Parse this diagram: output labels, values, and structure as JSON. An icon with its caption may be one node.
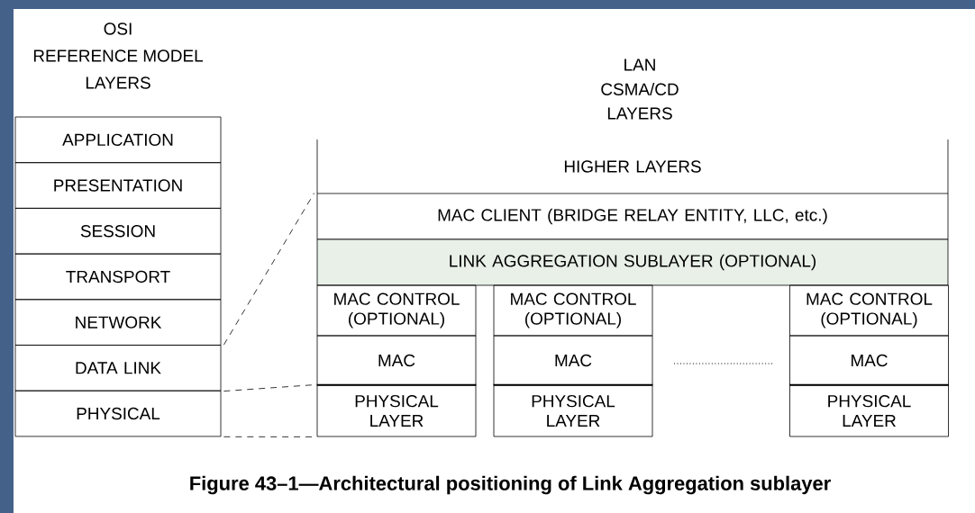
{
  "diagram": {
    "caption": "Figure 43–1—Architectural positioning of Link Aggregation sublayer",
    "nodes": [
      {
        "text": [
          "APPLICATION"
        ]
      },
      {
        "text": [
          "PRESENTATION"
        ]
      },
      {
        "text": [
          "SESSION"
        ]
      },
      {
        "text": [
          "TRANSPORT"
        ]
      },
      {
        "text": [
          "NETWORK"
        ]
      },
      {
        "text": [
          "DATA LINK"
        ]
      },
      {
        "text": [
          "PHYSICAL"
        ]
      },
      {
        "text": [
          "HIGHER LAYERS"
        ]
      },
      {
        "text": [
          "MAC CLIENT (BRIDGE RELAY ENTITY, LLC, etc.)"
        ]
      },
      {
        "text": [
          "LINK AGGREGATION SUBLAYER (OPTIONAL)"
        ]
      },
      {
        "text": [
          "MAC CONTROL (OPTIONAL)"
        ]
      },
      {
        "text": [
          "MAC"
        ]
      },
      {
        "text": [
          "PHYSICAL LAYER"
        ]
      },
      {
        "text": [
          "MAC CONTROL (OPTIONAL)"
        ]
      },
      {
        "text": [
          "MAC"
        ]
      },
      {
        "text": [
          "PHYSICAL LAYER"
        ]
      },
      {
        "text": [
          "MAC CONTROL (OPTIONAL)"
        ]
      },
      {
        "text": [
          "MAC"
        ]
      },
      {
        "text": [
          "PHYSICAL LAYER"
        ]
      }
    ],
    "edges": [
      {
        "from": 5,
        "to": 8,
        "arrow": "none",
        "style": "dashed"
      },
      {
        "from": 5,
        "to": 12,
        "arrow": "none",
        "style": "dashed"
      },
      {
        "from": 6,
        "to": 12,
        "arrow": "none",
        "style": "dashed"
      }
    ],
    "labels": [
      "OSI",
      "REFERENCE MODEL",
      "LAYERS",
      "LAN",
      "CSMA/CD",
      "LAYERS"
    ]
  }
}
